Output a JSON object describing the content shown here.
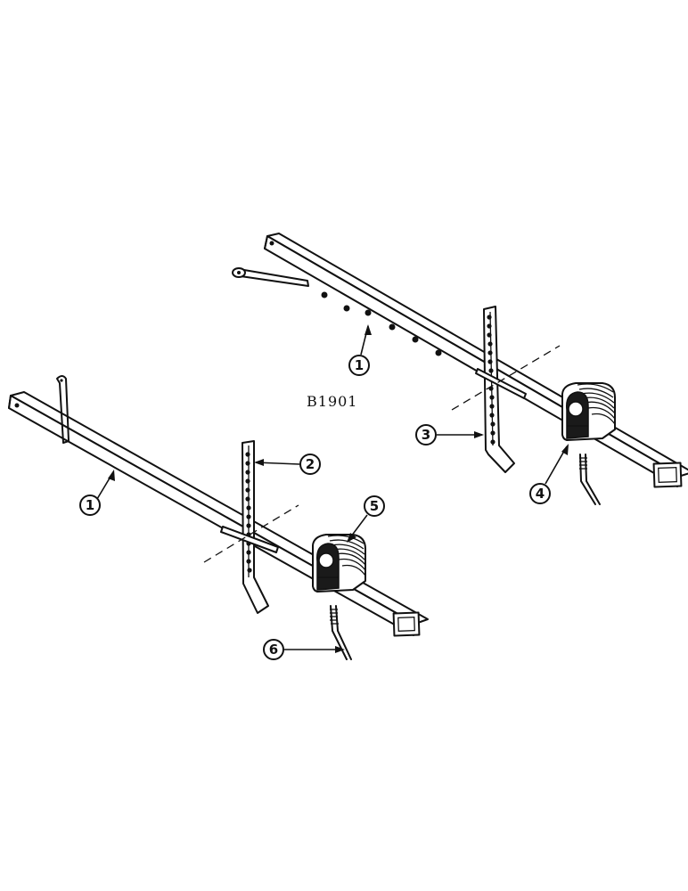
{
  "figure": {
    "label": "B1901"
  },
  "callouts": [
    {
      "id": "c1a",
      "text": "1"
    },
    {
      "id": "c1b",
      "text": "1"
    },
    {
      "id": "c2",
      "text": "2"
    },
    {
      "id": "c3",
      "text": "3"
    },
    {
      "id": "c4",
      "text": "4"
    },
    {
      "id": "c5",
      "text": "5"
    },
    {
      "id": "c6",
      "text": "6"
    }
  ]
}
